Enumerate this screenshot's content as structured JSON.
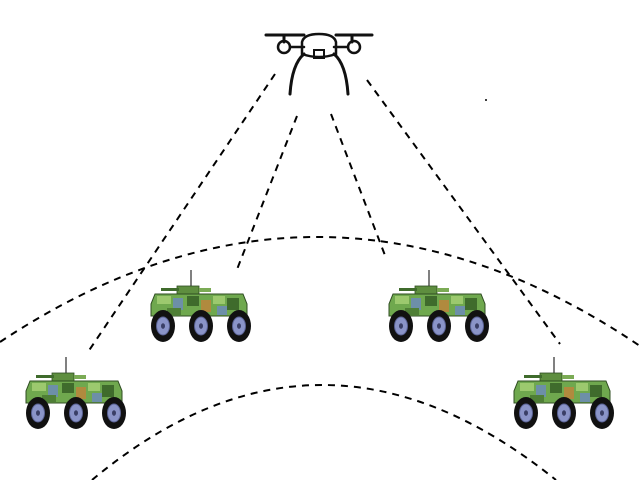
{
  "scene": {
    "drone": {
      "icon": "quadcopter-drone-icon"
    },
    "vehicles": [
      {
        "icon": "armored-vehicle-icon",
        "role": "left-inner"
      },
      {
        "icon": "armored-vehicle-icon",
        "role": "right-inner"
      },
      {
        "icon": "armored-vehicle-icon",
        "role": "left-outer"
      },
      {
        "icon": "armored-vehicle-icon",
        "role": "right-outer"
      }
    ],
    "colors": {
      "line": "#000000",
      "camo_base": "#6fa84e",
      "camo_dark": "#3f6b2c",
      "camo_light": "#9cc96e",
      "camo_blue": "#6d8fa8",
      "camo_tan": "#b08a3e",
      "tire": "#111111",
      "hub": "#8a94c8"
    }
  }
}
